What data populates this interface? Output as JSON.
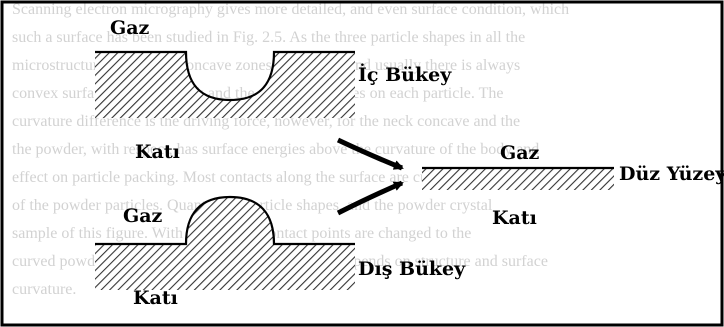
{
  "labels": {
    "concave_gas": "Gaz",
    "concave_solid": "Katı",
    "concave_name": "İç Bükey",
    "convex_gas": "Gaz",
    "convex_solid": "Katı",
    "convex_name": "Dış Bükey",
    "flat_gas": "Gaz",
    "flat_solid": "Katı",
    "flat_name": "Düz Yüzey"
  },
  "background_text": [
    "Scanning electron micrography gives more detailed, and even surface condition, which",
    "such a surface has been studied in Fig. 2.5. As the three particle shapes in all the",
    "microstructures, there are concave zones of contact; and usually there is always",
    "convex surfaces near the neck and the grain boundaries on each particle. The",
    "curvature difference is the driving force, however, for the neck concave and the",
    "the powder, with respect, has surface energies above the curvature of the body and",
    "effect on particle packing. Most contacts along the surface are curved, and some",
    "of the powder particles. Quantity of particle shapes, and the powder crystal",
    "sample of this figure. With shapes, the contact points are changed to the",
    "curved powder particles, and the effect of gradient depends on structure and surface",
    "curvature."
  ],
  "colors": {
    "ink": "#000000",
    "frame": "#000000",
    "background_text": "#d2d2d2"
  }
}
